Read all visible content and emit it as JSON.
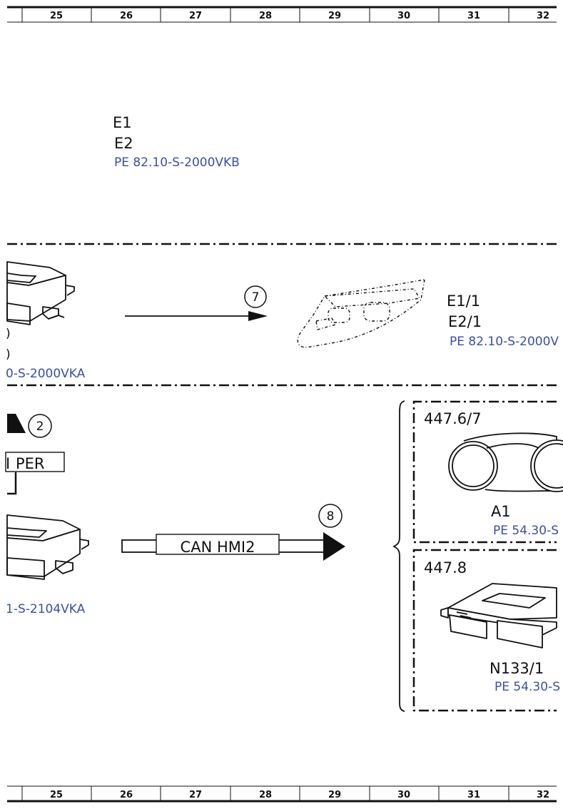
{
  "grid": {
    "columns": [
      "25",
      "26",
      "27",
      "28",
      "29",
      "30",
      "31",
      "32"
    ]
  },
  "top_section": {
    "labels": [
      "E1",
      "E2"
    ],
    "ref": "PE 82.10-S-2000VKB"
  },
  "middle_section": {
    "left_ref": "0-S-2000VKA",
    "left_fragments": [
      ")",
      ")"
    ],
    "callout": "7",
    "right_labels": [
      "E1/1",
      "E2/1"
    ],
    "right_ref": "PE 82.10-S-2000V"
  },
  "lower_section": {
    "callout_up": "2",
    "per_label": "PER",
    "per_prefix": "I",
    "left_ref": "1-S-2104VKA",
    "bus_label": "CAN HMI2",
    "callout_right": "8",
    "module_a": {
      "code": "447.6/7",
      "name": "A1",
      "ref": "PE 54.30-S"
    },
    "module_b": {
      "code": "447.8",
      "name": "N133/1",
      "ref": "PE 54.30-S"
    }
  }
}
